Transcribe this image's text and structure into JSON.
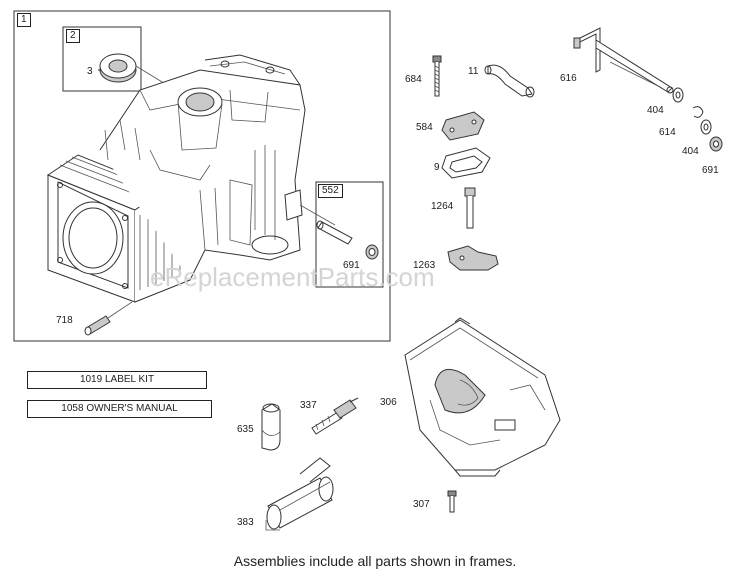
{
  "frames": {
    "main": {
      "id": "1"
    },
    "seal": {
      "id": "2"
    },
    "dowel": {
      "id": "552"
    }
  },
  "parts": {
    "p3": "3",
    "p718": "718",
    "p691a": "691",
    "p684": "684",
    "p11": "11",
    "p616": "616",
    "p404a": "404",
    "p614": "614",
    "p404b": "404",
    "p691b": "691",
    "p584": "584",
    "p9": "9",
    "p1264": "1264",
    "p1263": "1263",
    "p337": "337",
    "p306": "306",
    "p635": "635",
    "p383": "383",
    "p307": "307"
  },
  "kits": {
    "label_kit": "1019 LABEL KIT",
    "owners_manual": "1058 OWNER'S MANUAL"
  },
  "watermark": "eReplacementParts.com",
  "footer": "Assemblies include all parts shown in frames."
}
